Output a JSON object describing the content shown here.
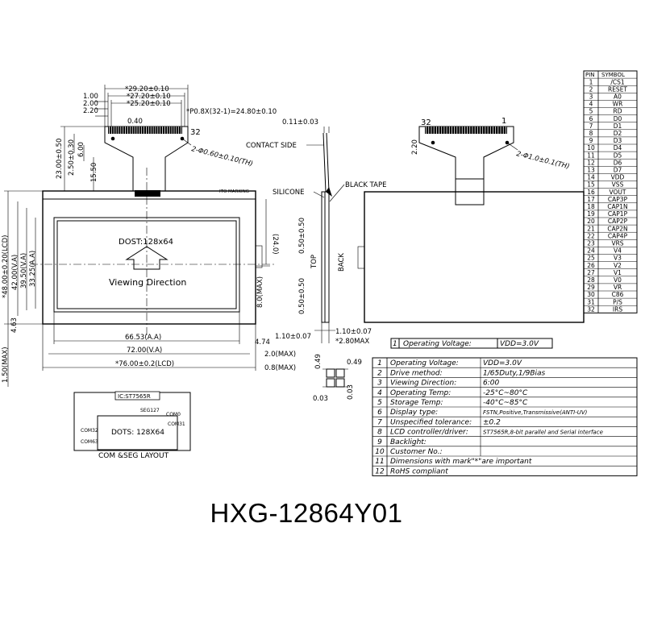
{
  "model": "HXG-12864Y01",
  "front_view": {
    "fpc_widths": [
      "*29.20±0.10",
      "*27.20±0.10",
      "*25.20±0.10"
    ],
    "fpc_left_dims": [
      "1.00",
      "2.00",
      "2.20"
    ],
    "pitch_note": "*P0.8X(32-1)=24.80±0.10",
    "fpc_thickness": "0.40",
    "pin_last": "32",
    "hole_note": "2-Φ0.60±0.10(TH)",
    "left_dims": [
      "23.00±0.50",
      "2.50±0.30",
      "6.00",
      "15.50"
    ],
    "vertical_dims": [
      "*48.00±0.20(LCD)",
      "42.00(V.A)",
      "39.50(V.A)",
      "33.25(A.A)"
    ],
    "left_small": [
      "4.63",
      "1.50(MAX)"
    ],
    "ito_marking": "ITO MARKING",
    "dots_label": "DOST:128x64",
    "viewing_label": "Viewing Direction",
    "right_dims": [
      "(24.0)",
      "8.0(MAX)",
      "4.74",
      "2.0(MAX)",
      "0.8(MAX)"
    ],
    "bottom_dims": [
      "66.53(A.A)",
      "72.00(V.A)",
      "*76.00±0.2(LCD)"
    ]
  },
  "side_view": {
    "top_dim": "0.11±0.03",
    "contact_side": "CONTACT SIDE",
    "silicone": "SILICONE",
    "black_tape": "BLACK TAPE",
    "dims": [
      "0.50±0.50",
      "0.50±0.50"
    ],
    "labels": [
      "TOP",
      "BACK"
    ],
    "bottom_dims": [
      "1.10±0.07",
      "1.10±0.07",
      "*2.80MAX"
    ]
  },
  "back_view": {
    "pin_first": "32",
    "pin_last": "1",
    "dim_left": "2.20",
    "hole_note": "2-Φ1.0±0.1(TH)"
  },
  "dot_detail": {
    "dims": [
      "0.49",
      "0.49",
      "0.03",
      "0.03"
    ]
  },
  "com_seg": {
    "ic": "IC:ST7565R",
    "seg": "SEG127",
    "com0": "COM0",
    "com31": "COM31",
    "com32": "COM32",
    "com63": "COM63",
    "dots": "DOTS: 128X64",
    "caption": "COM &SEG LAYOUT"
  },
  "pin_table": {
    "headers": [
      "PIN",
      "SYMBOL"
    ],
    "rows": [
      [
        "1",
        "/CS1"
      ],
      [
        "2",
        "RESET"
      ],
      [
        "3",
        "A0"
      ],
      [
        "4",
        "WR"
      ],
      [
        "5",
        "RD"
      ],
      [
        "6",
        "D0"
      ],
      [
        "7",
        "D1"
      ],
      [
        "8",
        "D2"
      ],
      [
        "9",
        "D3"
      ],
      [
        "10",
        "D4"
      ],
      [
        "11",
        "D5"
      ],
      [
        "12",
        "D6"
      ],
      [
        "13",
        "D7"
      ],
      [
        "14",
        "VDD"
      ],
      [
        "15",
        "VSS"
      ],
      [
        "16",
        "VOUT"
      ],
      [
        "17",
        "CAP3P"
      ],
      [
        "18",
        "CAP1N"
      ],
      [
        "19",
        "CAP1P"
      ],
      [
        "20",
        "CAP2P"
      ],
      [
        "21",
        "CAP2N"
      ],
      [
        "22",
        "CAP4P"
      ],
      [
        "23",
        "VRS"
      ],
      [
        "24",
        "V4"
      ],
      [
        "25",
        "V3"
      ],
      [
        "26",
        "V2"
      ],
      [
        "27",
        "V1"
      ],
      [
        "28",
        "V0"
      ],
      [
        "29",
        "VR"
      ],
      [
        "30",
        "C86"
      ],
      [
        "31",
        "P/S"
      ],
      [
        "32",
        "IRS"
      ]
    ]
  },
  "op_voltage_row": {
    "num": "1",
    "label": "Operating Voltage:",
    "value": "VDD=3.0V"
  },
  "spec_table": [
    {
      "num": "1",
      "label": "Operating Voltage:",
      "value": "VDD=3.0V"
    },
    {
      "num": "2",
      "label": "Drive method:",
      "value": "1/65Duty,1/9Bias"
    },
    {
      "num": "3",
      "label": "Viewing Direction:",
      "value": "6:00"
    },
    {
      "num": "4",
      "label": "Operating Temp:",
      "value": "-25°C~80°C"
    },
    {
      "num": "5",
      "label": "Storage Temp:",
      "value": "-40°C~85°C"
    },
    {
      "num": "6",
      "label": "Display type:",
      "value": "FSTN,Positive,Transmissive(ANTI-UV)"
    },
    {
      "num": "7",
      "label": "Unspecified tolerance:",
      "value": "±0.2"
    },
    {
      "num": "8",
      "label": "LCD controller/driver:",
      "value": "ST7565R,8-bit parallel and Serial interface"
    },
    {
      "num": "9",
      "label": "Backlight:",
      "value": ""
    },
    {
      "num": "10",
      "label": "Customer No.:",
      "value": ""
    },
    {
      "num": "11",
      "label": "Dimensions with mark\"*\"are important",
      "value": ""
    },
    {
      "num": "12",
      "label": "RoHS compliant",
      "value": ""
    }
  ]
}
